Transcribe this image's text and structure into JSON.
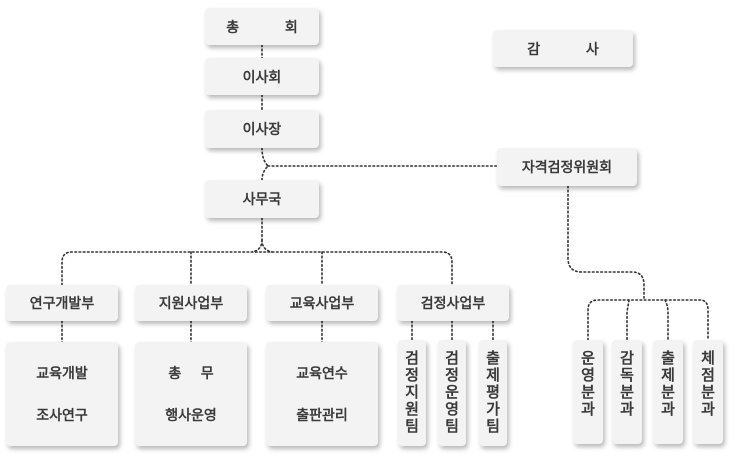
{
  "top": {
    "general_meeting": "총  회",
    "board": "이사회",
    "chairman": "이사장",
    "auditor": "감  사",
    "committee": "자격검정위원회",
    "secretariat": "사무국"
  },
  "departments": [
    {
      "label": "연구개발부",
      "items": [
        "교육개발",
        "조사연구"
      ]
    },
    {
      "label": "지원사업부",
      "items": [
        "총    무",
        "행사운영"
      ]
    },
    {
      "label": "교육사업부",
      "items": [
        "교육연수",
        "출판관리"
      ]
    },
    {
      "label": "검정사업부",
      "teams": [
        "검정지원팀",
        "검정운영팀",
        "출제평가팀"
      ]
    }
  ],
  "subcommittees": [
    "운영분과",
    "감독분과",
    "출제분과",
    "체점분과"
  ],
  "colors": {
    "box_bg": "#f3f3f3",
    "line": "#333333",
    "text": "#3a3a3a"
  }
}
